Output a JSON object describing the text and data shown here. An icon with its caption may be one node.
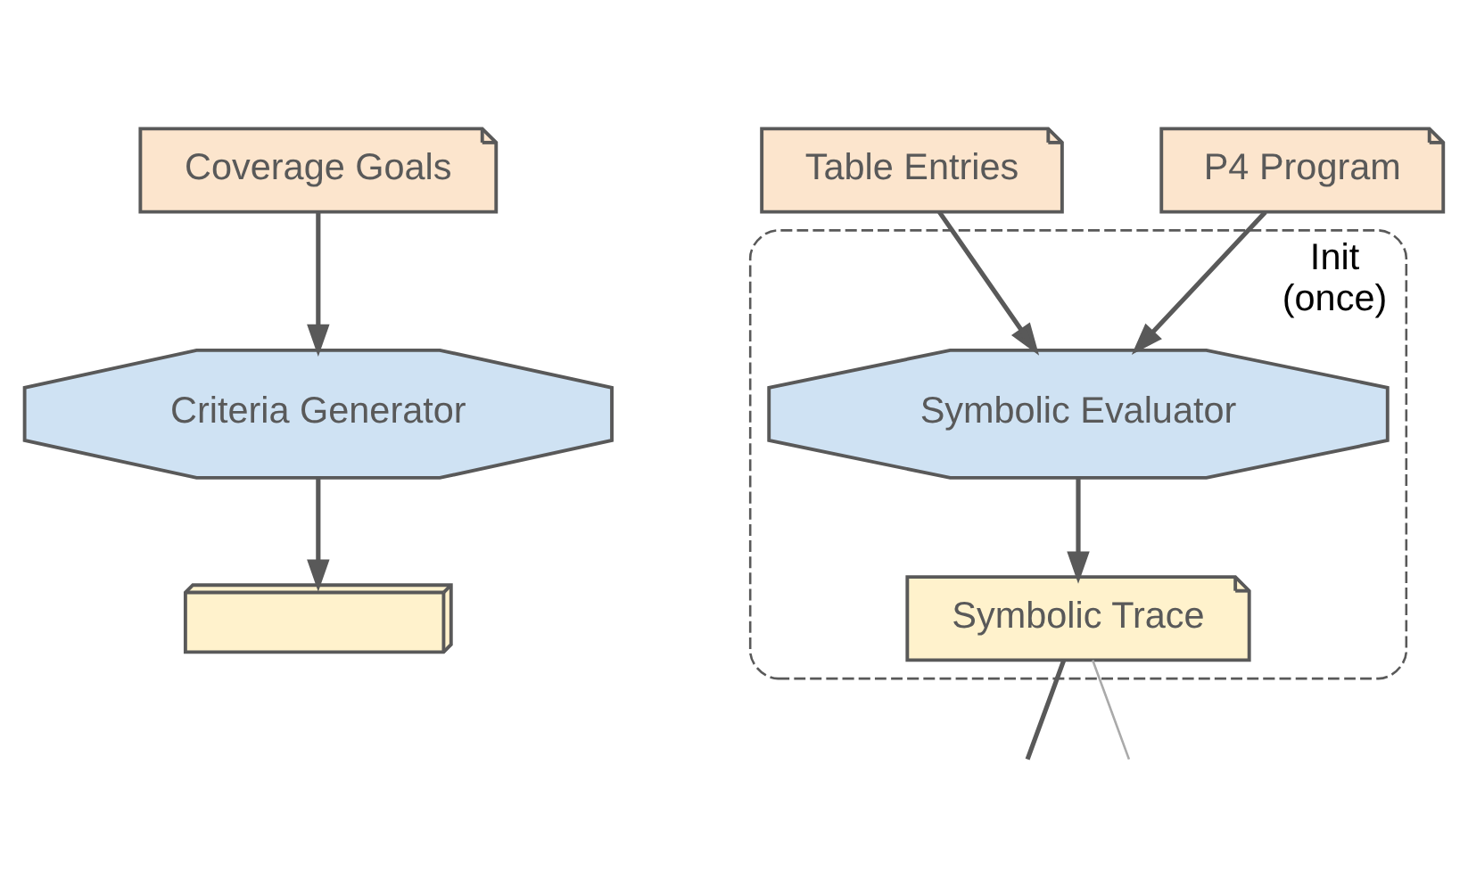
{
  "diagram": {
    "nodes": [
      {
        "text": [
          "Coverage Goals"
        ]
      },
      {
        "text": [
          "Table Entries"
        ]
      },
      {
        "text": [
          "P4 Program"
        ]
      },
      {
        "text": [
          "Init",
          "(once)"
        ]
      },
      {
        "text": [
          "Criteria Generator"
        ]
      },
      {
        "text": [
          "Symbolic Evaluator"
        ],
        "in": 3
      },
      {
        "text": [
          "Symbolic Trace"
        ],
        "in": 3
      },
      {
        "text": [],
        "shape": "box"
      }
    ],
    "edges": [
      {
        "from": 0,
        "to": 4,
        "arrow": "to"
      },
      {
        "from": 4,
        "to": 7,
        "arrow": "to"
      },
      {
        "from": 1,
        "to": 5,
        "arrow": "to"
      },
      {
        "from": 2,
        "to": 5,
        "arrow": "to"
      },
      {
        "from": 5,
        "to": 6,
        "arrow": "to"
      },
      {
        "from": 6,
        "to": null,
        "arrow": "none"
      },
      {
        "from": 6,
        "to": null,
        "arrow": "none",
        "color": "#aaaaaa"
      }
    ]
  }
}
